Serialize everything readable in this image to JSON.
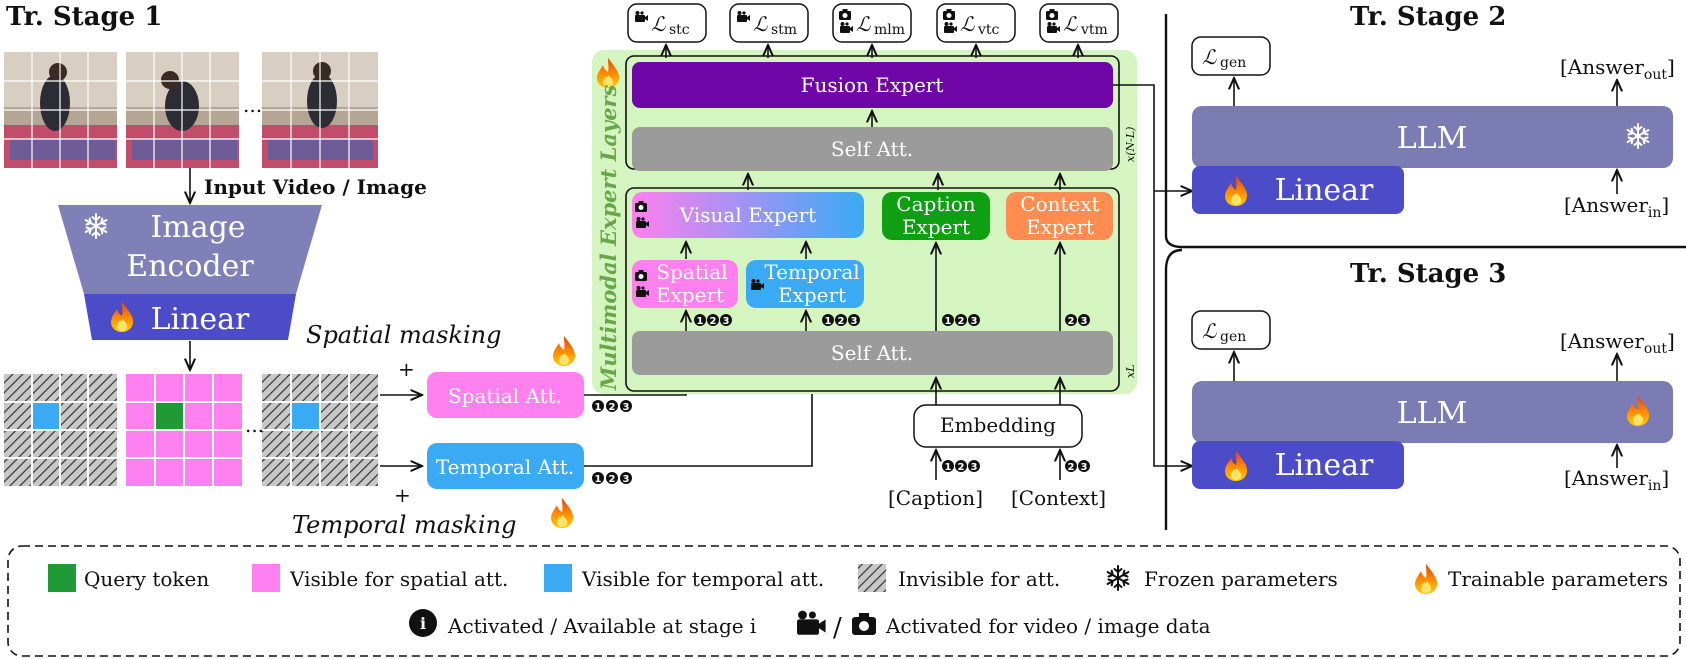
{
  "stage1": {
    "title": "Tr. Stage 1",
    "input_label": "Input Video / Image",
    "encoder_label_1": "Image",
    "encoder_label_2": "Encoder",
    "linear_label": "Linear",
    "spatial_masking": "Spatial masking",
    "temporal_masking": "Temporal masking",
    "plus": "+",
    "ellipsis": "...",
    "spatial_att": "Spatial Att.",
    "temporal_att": "Temporal Att."
  },
  "moe": {
    "side_label": "Multimodal Expert Layers",
    "losses": [
      {
        "media": "video",
        "sub": "stc"
      },
      {
        "media": "video",
        "sub": "stm"
      },
      {
        "media": "both",
        "sub": "mlm"
      },
      {
        "media": "both",
        "sub": "vtc"
      },
      {
        "media": "both",
        "sub": "vtm"
      }
    ],
    "fusion_expert": "Fusion Expert",
    "self_att": "Self Att.",
    "repeat_top": "x(N-L)",
    "repeat_bottom": "xL",
    "visual_expert": "Visual Expert",
    "caption_expert_1": "Caption",
    "caption_expert_2": "Expert",
    "context_expert_1": "Context",
    "context_expert_2": "Expert",
    "spatial_expert_1": "Spatial",
    "spatial_expert_2": "Expert",
    "temporal_expert_1": "Temporal",
    "temporal_expert_2": "Expert",
    "embedding": "Embedding",
    "caption_input": "[Caption]",
    "context_input": "[Context]"
  },
  "stage2": {
    "title": "Tr. Stage 2",
    "loss_sub": "gen",
    "llm": "LLM",
    "linear": "Linear",
    "answer_out": "[Answer",
    "answer_out_sub": "out",
    "answer_in": "[Answer",
    "answer_in_sub": "in"
  },
  "stage3": {
    "title": "Tr. Stage 3",
    "loss_sub": "gen",
    "llm": "LLM",
    "linear": "Linear",
    "answer_out": "[Answer",
    "answer_out_sub": "out",
    "answer_in": "[Answer",
    "answer_in_sub": "in"
  },
  "legend": {
    "query": "Query token",
    "spatial": "Visible for spatial att.",
    "temporal": "Visible for temporal att.",
    "invisible": "Invisible for att.",
    "frozen": "Frozen parameters",
    "trainable": "Trainable parameters",
    "stage_glyph": "i",
    "stage_text": "Activated / Available at stage i",
    "slash": "/",
    "media_text": "Activated for video / image data"
  },
  "colors": {
    "purple_dark": "#6f06a8",
    "gray": "#9b9b9b",
    "green_bg": "#d4f5c0",
    "pink": "#ff80ee",
    "blue": "#3aaaf5",
    "green": "#0ea012",
    "orange": "#ff8c50",
    "llm": "#7c7cb4",
    "linear": "#4c4cc8",
    "encoder": "#8080b8",
    "query": "#1f9a34"
  }
}
